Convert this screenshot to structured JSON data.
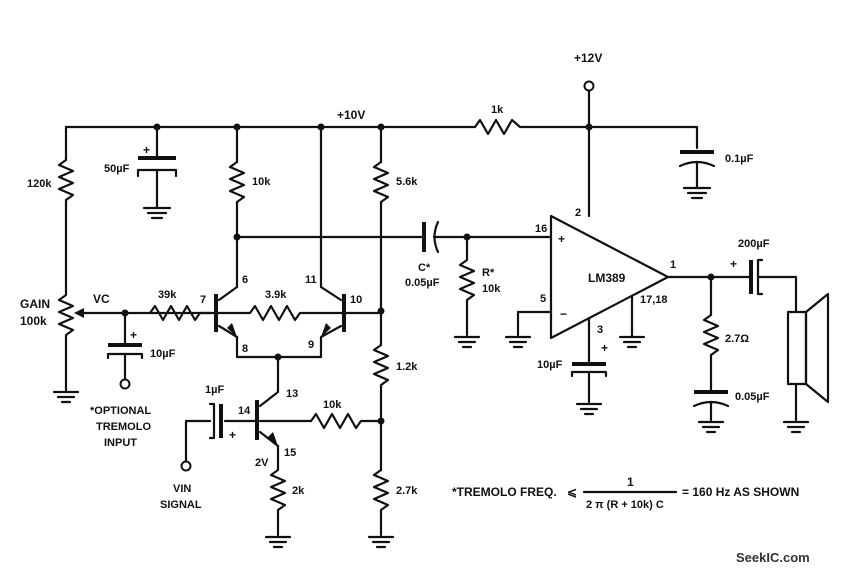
{
  "supply": {
    "v12": "+12V",
    "v10": "+10V"
  },
  "ic": {
    "name": "LM389",
    "pin16": "16",
    "pin2": "2",
    "pin5": "5",
    "pin3": "3",
    "pin1": "1",
    "pin1718": "17,18",
    "plus": "+",
    "minus": "−"
  },
  "resistors": {
    "r120k": "120k",
    "r10k_top": "10k",
    "r56k": "5.6k",
    "r1k": "1k",
    "r39k": "39k",
    "r39k_b": "3.9k",
    "r12k": "1.2k",
    "r10k_mid": "10k",
    "r27k": "2.7k",
    "r2k": "2k",
    "r27ohm": "2.7Ω",
    "rstar": "R*",
    "rstar_val": "10k"
  },
  "capacitors": {
    "c50u": "50µF",
    "c01u": "0.1µF",
    "cstar": "C*",
    "cstar_val": "0.05µF",
    "c10u_trem": "10µF",
    "c1u": "1µF",
    "c10u_ic": "10µF",
    "c200u": "200µF",
    "c005u_out": "0.05µF"
  },
  "pins": {
    "p6": "6",
    "p7": "7",
    "p8": "8",
    "p9": "9",
    "p10": "10",
    "p11": "11",
    "p13": "13",
    "p14": "14",
    "p15": "15",
    "p1": "1"
  },
  "labels": {
    "gain": "GAIN",
    "gain_val": "100k",
    "vc": "VC",
    "v2": "2V",
    "opt1": "*OPTIONAL",
    "opt2": "TREMOLO",
    "opt3": "INPUT",
    "vin": "VIN",
    "signal": "SIGNAL",
    "plus": "+"
  },
  "formula": {
    "lead": "*TREMOLO FREQ.",
    "le": "⩽",
    "num": "1",
    "den": "2 π (R + 10k) C",
    "tail": "= 160 Hz AS SHOWN"
  },
  "watermark": "SeekIC.com"
}
